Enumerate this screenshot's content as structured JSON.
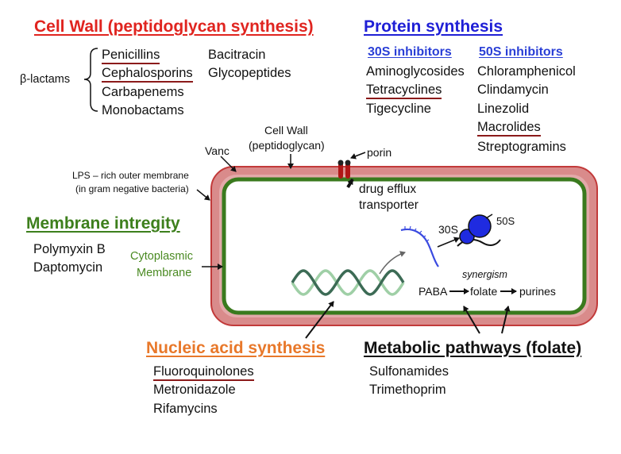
{
  "colors": {
    "cell_wall_heading": "#e0241f",
    "protein_heading": "#1f1fd6",
    "subheading_blue": "#2a3fd6",
    "membrane_heading": "#3d7f1c",
    "nucleic_heading": "#e8782a",
    "metabolic_heading": "#111111",
    "membrane_label": "#4a8a22",
    "outer_membrane_fill": "#d98b8b",
    "outer_membrane_stroke": "#c23a3a",
    "cytoplasmic_membrane": "#3a7a1e",
    "ribosome": "#1f2be0",
    "mrna": "#3a4ae0",
    "dna": "#3c6b55",
    "underline": "#8b1a1a"
  },
  "cell_wall": {
    "heading": "Cell Wall (peptidoglycan synthesis)",
    "beta_lactams_label": "β-lactams",
    "beta_lactams": [
      "Penicillins",
      "Cephalosporins",
      "Carbapenems",
      "Monobactams"
    ],
    "others": [
      "Bacitracin",
      "Glycopeptides"
    ]
  },
  "protein_synthesis": {
    "heading": "Protein synthesis",
    "col_30s_heading": "30S inhibitors",
    "col_30s": [
      "Aminoglycosides",
      "Tetracyclines",
      "Tigecycline"
    ],
    "col_50s_heading": "50S inhibitors",
    "col_50s": [
      "Chloramphenicol",
      "Clindamycin",
      "Linezolid",
      "Macrolides",
      "Streptogramins"
    ]
  },
  "membrane": {
    "heading": "Membrane intregity",
    "drugs": [
      "Polymyxin B",
      "Daptomycin"
    ]
  },
  "nucleic": {
    "heading": "Nucleic acid synthesis",
    "drugs": [
      "Fluoroquinolones",
      "Metronidazole",
      "Rifamycins"
    ]
  },
  "metabolic": {
    "heading": "Metabolic pathways (folate)",
    "drugs": [
      "Sulfonamides",
      "Trimethoprim"
    ]
  },
  "diagram": {
    "vanc": "Vanc",
    "cell_wall_line1": "Cell Wall",
    "cell_wall_line2": "(peptidoglycan)",
    "porin": "porin",
    "lps_line1": "LPS – rich outer membrane",
    "lps_line2": "(in gram negative bacteria)",
    "efflux_line1": "drug efflux",
    "efflux_line2": "transporter",
    "cyto_line1": "Cytoplasmic",
    "cyto_line2": "Membrane",
    "r30s": "30S",
    "r50s": "50S",
    "synergism": "synergism",
    "paba": "PABA",
    "folate": "folate",
    "purines": "purines"
  }
}
